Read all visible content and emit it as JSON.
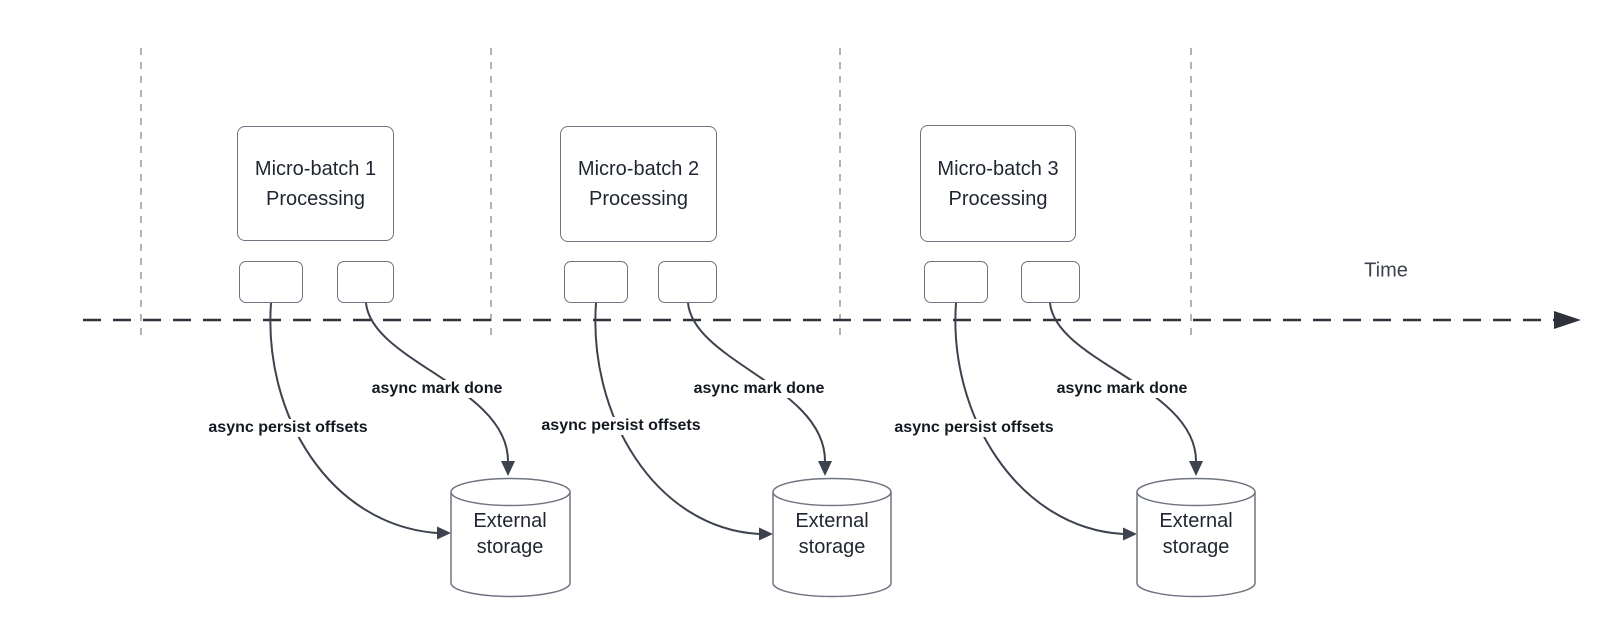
{
  "timeline": {
    "label": "Time"
  },
  "batches": [
    {
      "title": "Micro-batch 1\nProcessing",
      "persist_label": "async persist offsets",
      "mark_done_label": "async mark done",
      "storage_label": "External\nstorage"
    },
    {
      "title": "Micro-batch 2\nProcessing",
      "persist_label": "async persist offsets",
      "mark_done_label": "async mark done",
      "storage_label": "External\nstorage"
    },
    {
      "title": "Micro-batch 3\nProcessing",
      "persist_label": "async persist offsets",
      "mark_done_label": "async mark done",
      "storage_label": "External\nstorage"
    }
  ],
  "colors": {
    "shape_border": "#6e7580",
    "connector_stroke": "#3d434e",
    "axis_stroke": "#2e333b",
    "guide_line": "#b3b3b3",
    "text": "#1f2631"
  }
}
